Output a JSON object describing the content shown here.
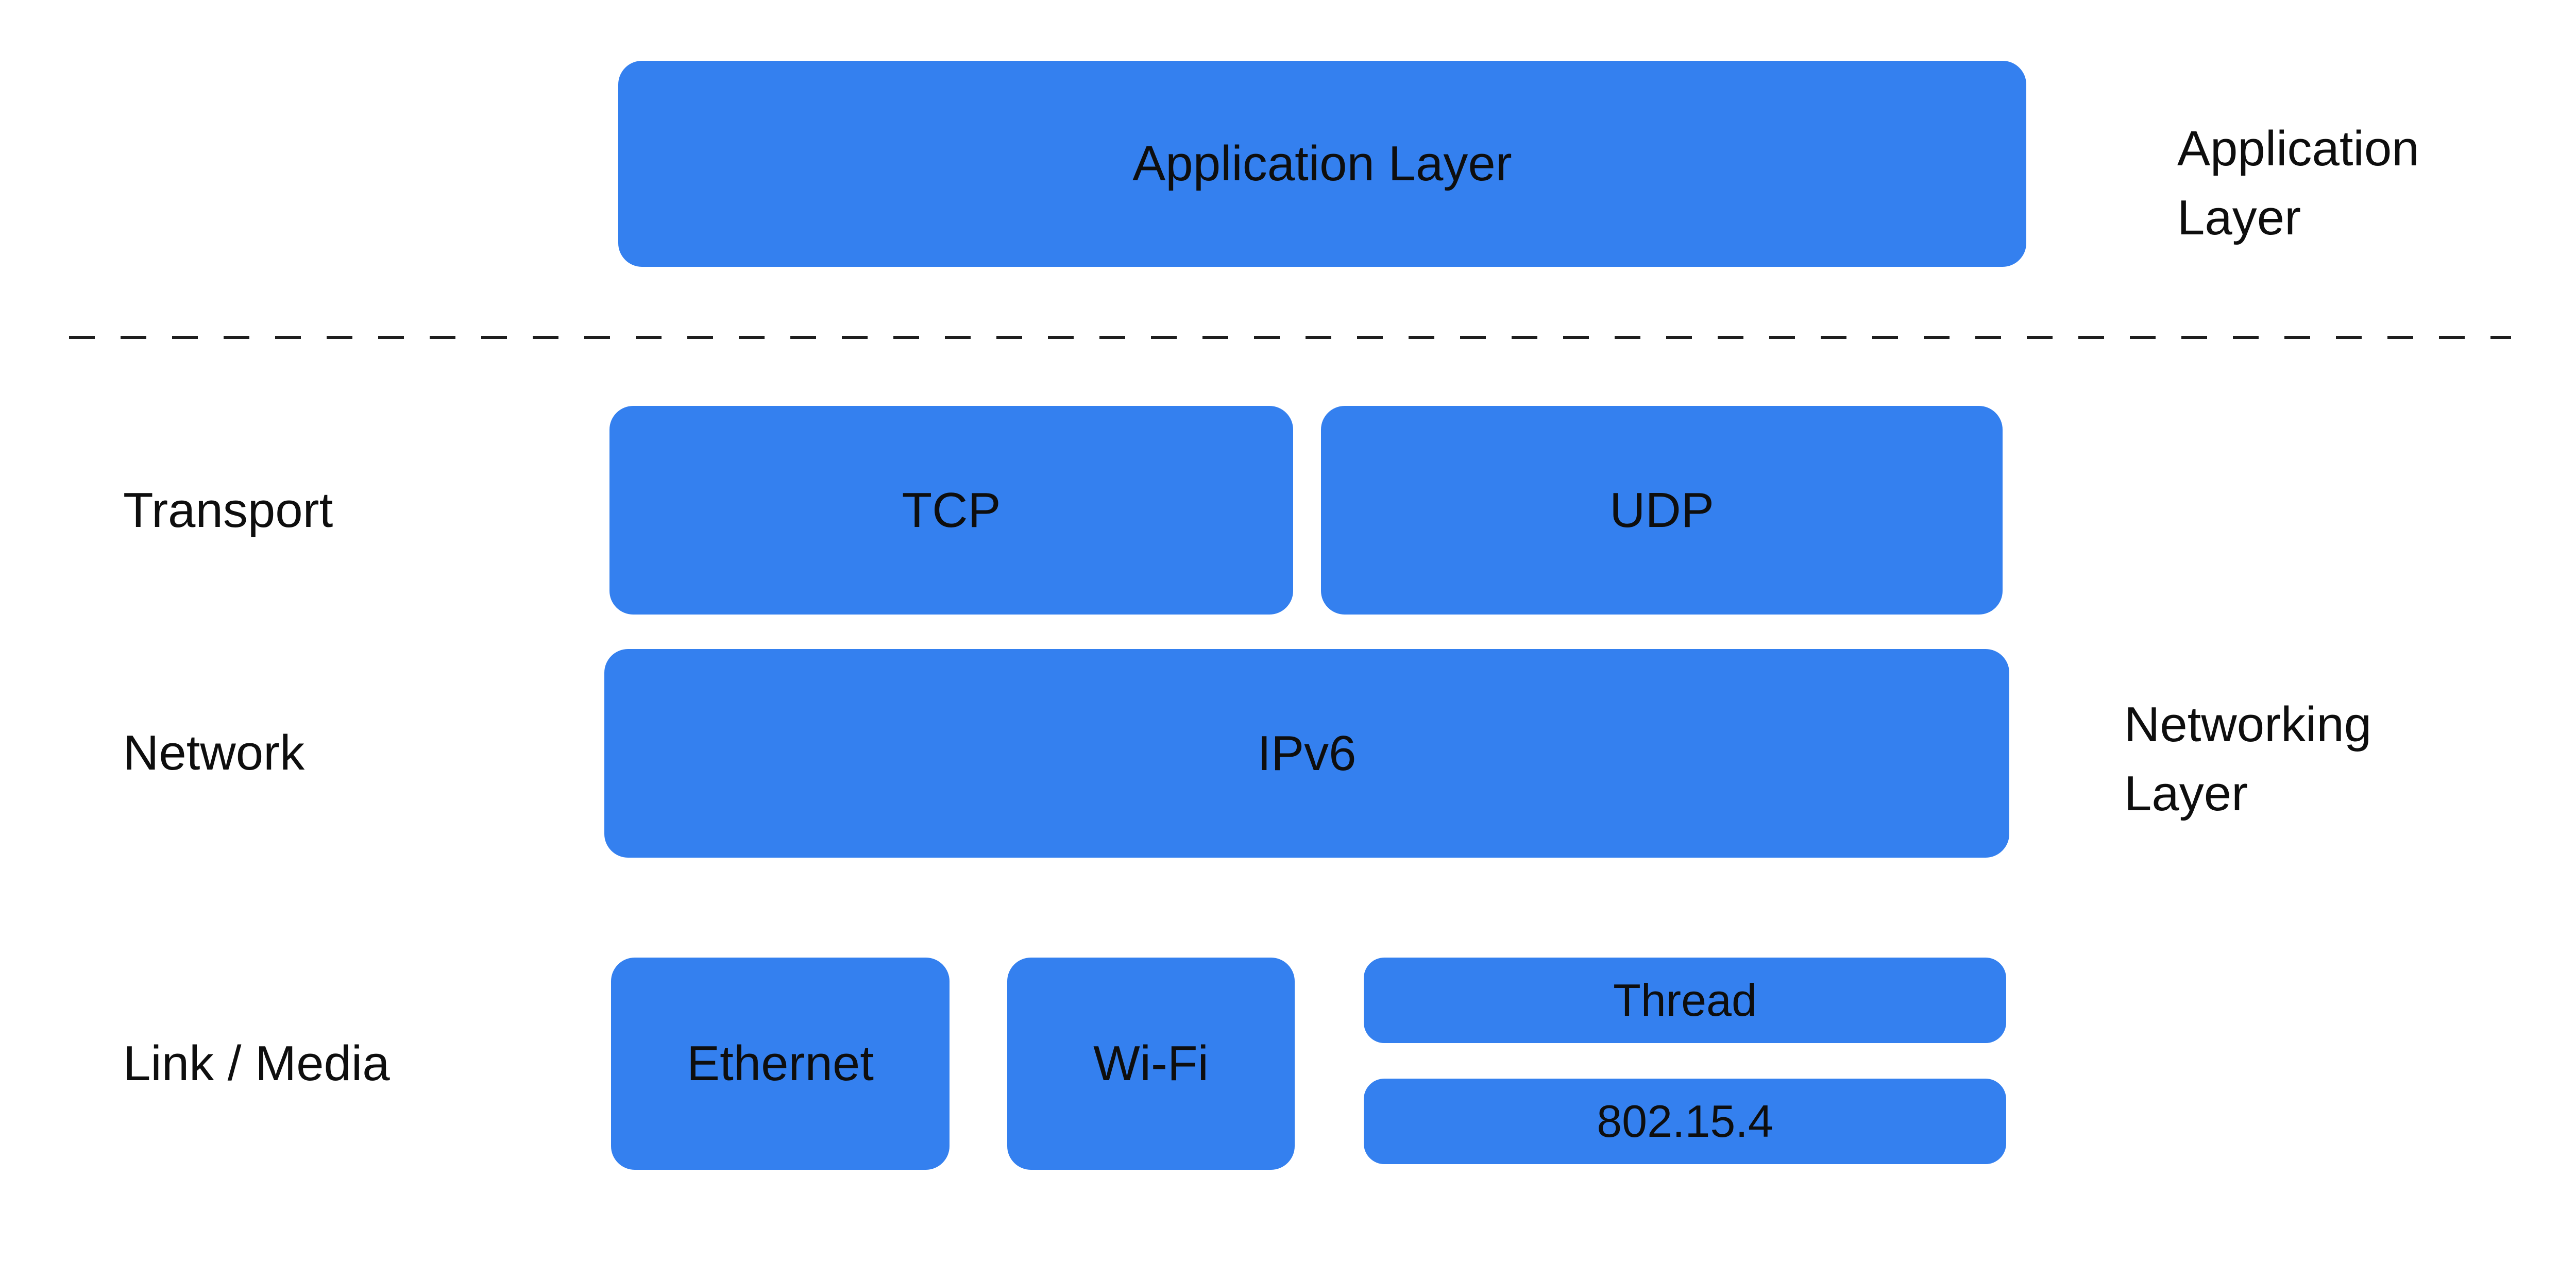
{
  "colors": {
    "box_blue": "#3480EF",
    "text": "#0E0E0E",
    "dash": "#1E1E1E",
    "background": "#FFFFFF"
  },
  "application_row": {
    "box_label": "Application Layer",
    "side_label": {
      "line1": "Application",
      "line2": "Layer"
    }
  },
  "transport_row": {
    "label": "Transport",
    "tcp": "TCP",
    "udp": "UDP"
  },
  "network_row": {
    "label": "Network",
    "ipv6": "IPv6",
    "side_label": {
      "line1": "Networking",
      "line2": "Layer"
    }
  },
  "link_row": {
    "label": "Link / Media",
    "ethernet": "Ethernet",
    "wifi": "Wi-Fi",
    "thread": "Thread",
    "ieee802154": "802.15.4"
  }
}
